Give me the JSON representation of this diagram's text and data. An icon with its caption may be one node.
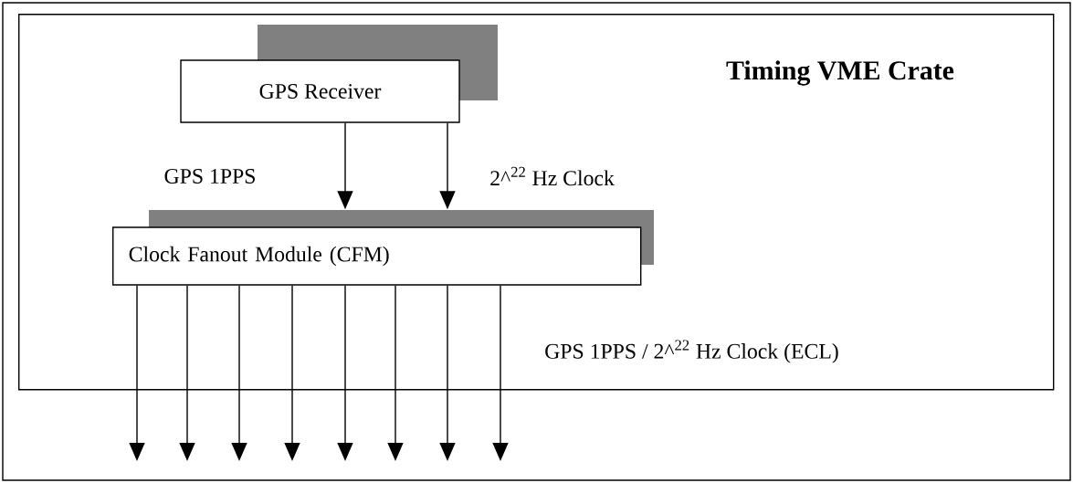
{
  "diagram": {
    "nodes": [
      {
        "text": [
          "Timing VME Crate"
        ]
      },
      {
        "text": [
          "GPS Receiver"
        ],
        "in": 0
      },
      {
        "text": [
          "Clock Fanout Module (CFM)"
        ],
        "in": 0
      }
    ],
    "edges": [
      {
        "from": 1,
        "to": 2,
        "arrow": "to",
        "label": "GPS 1PPS"
      },
      {
        "from": 1,
        "to": 2,
        "arrow": "to",
        "label": "2^$^{22}$ Hz Clock"
      },
      {
        "from": 2,
        "to": null,
        "arrow": "to"
      },
      {
        "from": 2,
        "to": null,
        "arrow": "to"
      },
      {
        "from": 2,
        "to": null,
        "arrow": "to"
      },
      {
        "from": 2,
        "to": null,
        "arrow": "to"
      },
      {
        "from": 2,
        "to": null,
        "arrow": "to"
      },
      {
        "from": 2,
        "to": null,
        "arrow": "to"
      },
      {
        "from": 2,
        "to": null,
        "arrow": "to"
      },
      {
        "from": 2,
        "to": null,
        "arrow": "to"
      }
    ],
    "labels": [
      "GPS 1PPS / 2^$^{22}$ Hz Clock (ECL)"
    ]
  }
}
